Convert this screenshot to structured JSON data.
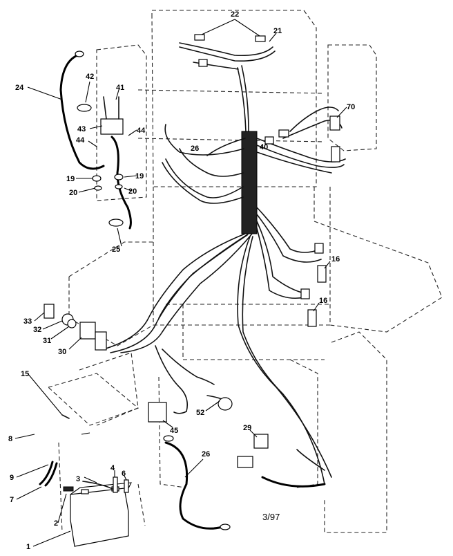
{
  "callouts": {
    "c1": "1",
    "c2": "2",
    "c3": "3",
    "c4": "4",
    "c6": "6",
    "c7": "7",
    "c8": "8",
    "c9": "9",
    "c15": "15",
    "c16a": "16",
    "c16b": "16",
    "c19a": "19",
    "c19b": "19",
    "c20a": "20",
    "c20b": "20",
    "c21": "21",
    "c22": "22",
    "c24": "24",
    "c25": "25",
    "c26a": "26",
    "c26b": "26",
    "c29": "29",
    "c30": "30",
    "c31": "31",
    "c32": "32",
    "c33": "33",
    "c40": "40",
    "c41": "41",
    "c42": "42",
    "c43": "43",
    "c44a": "44",
    "c44b": "44",
    "c45": "45",
    "c52": "52",
    "c70": "70"
  },
  "revision": "3/97",
  "colors": {
    "line": "#000000",
    "background": "#ffffff"
  }
}
